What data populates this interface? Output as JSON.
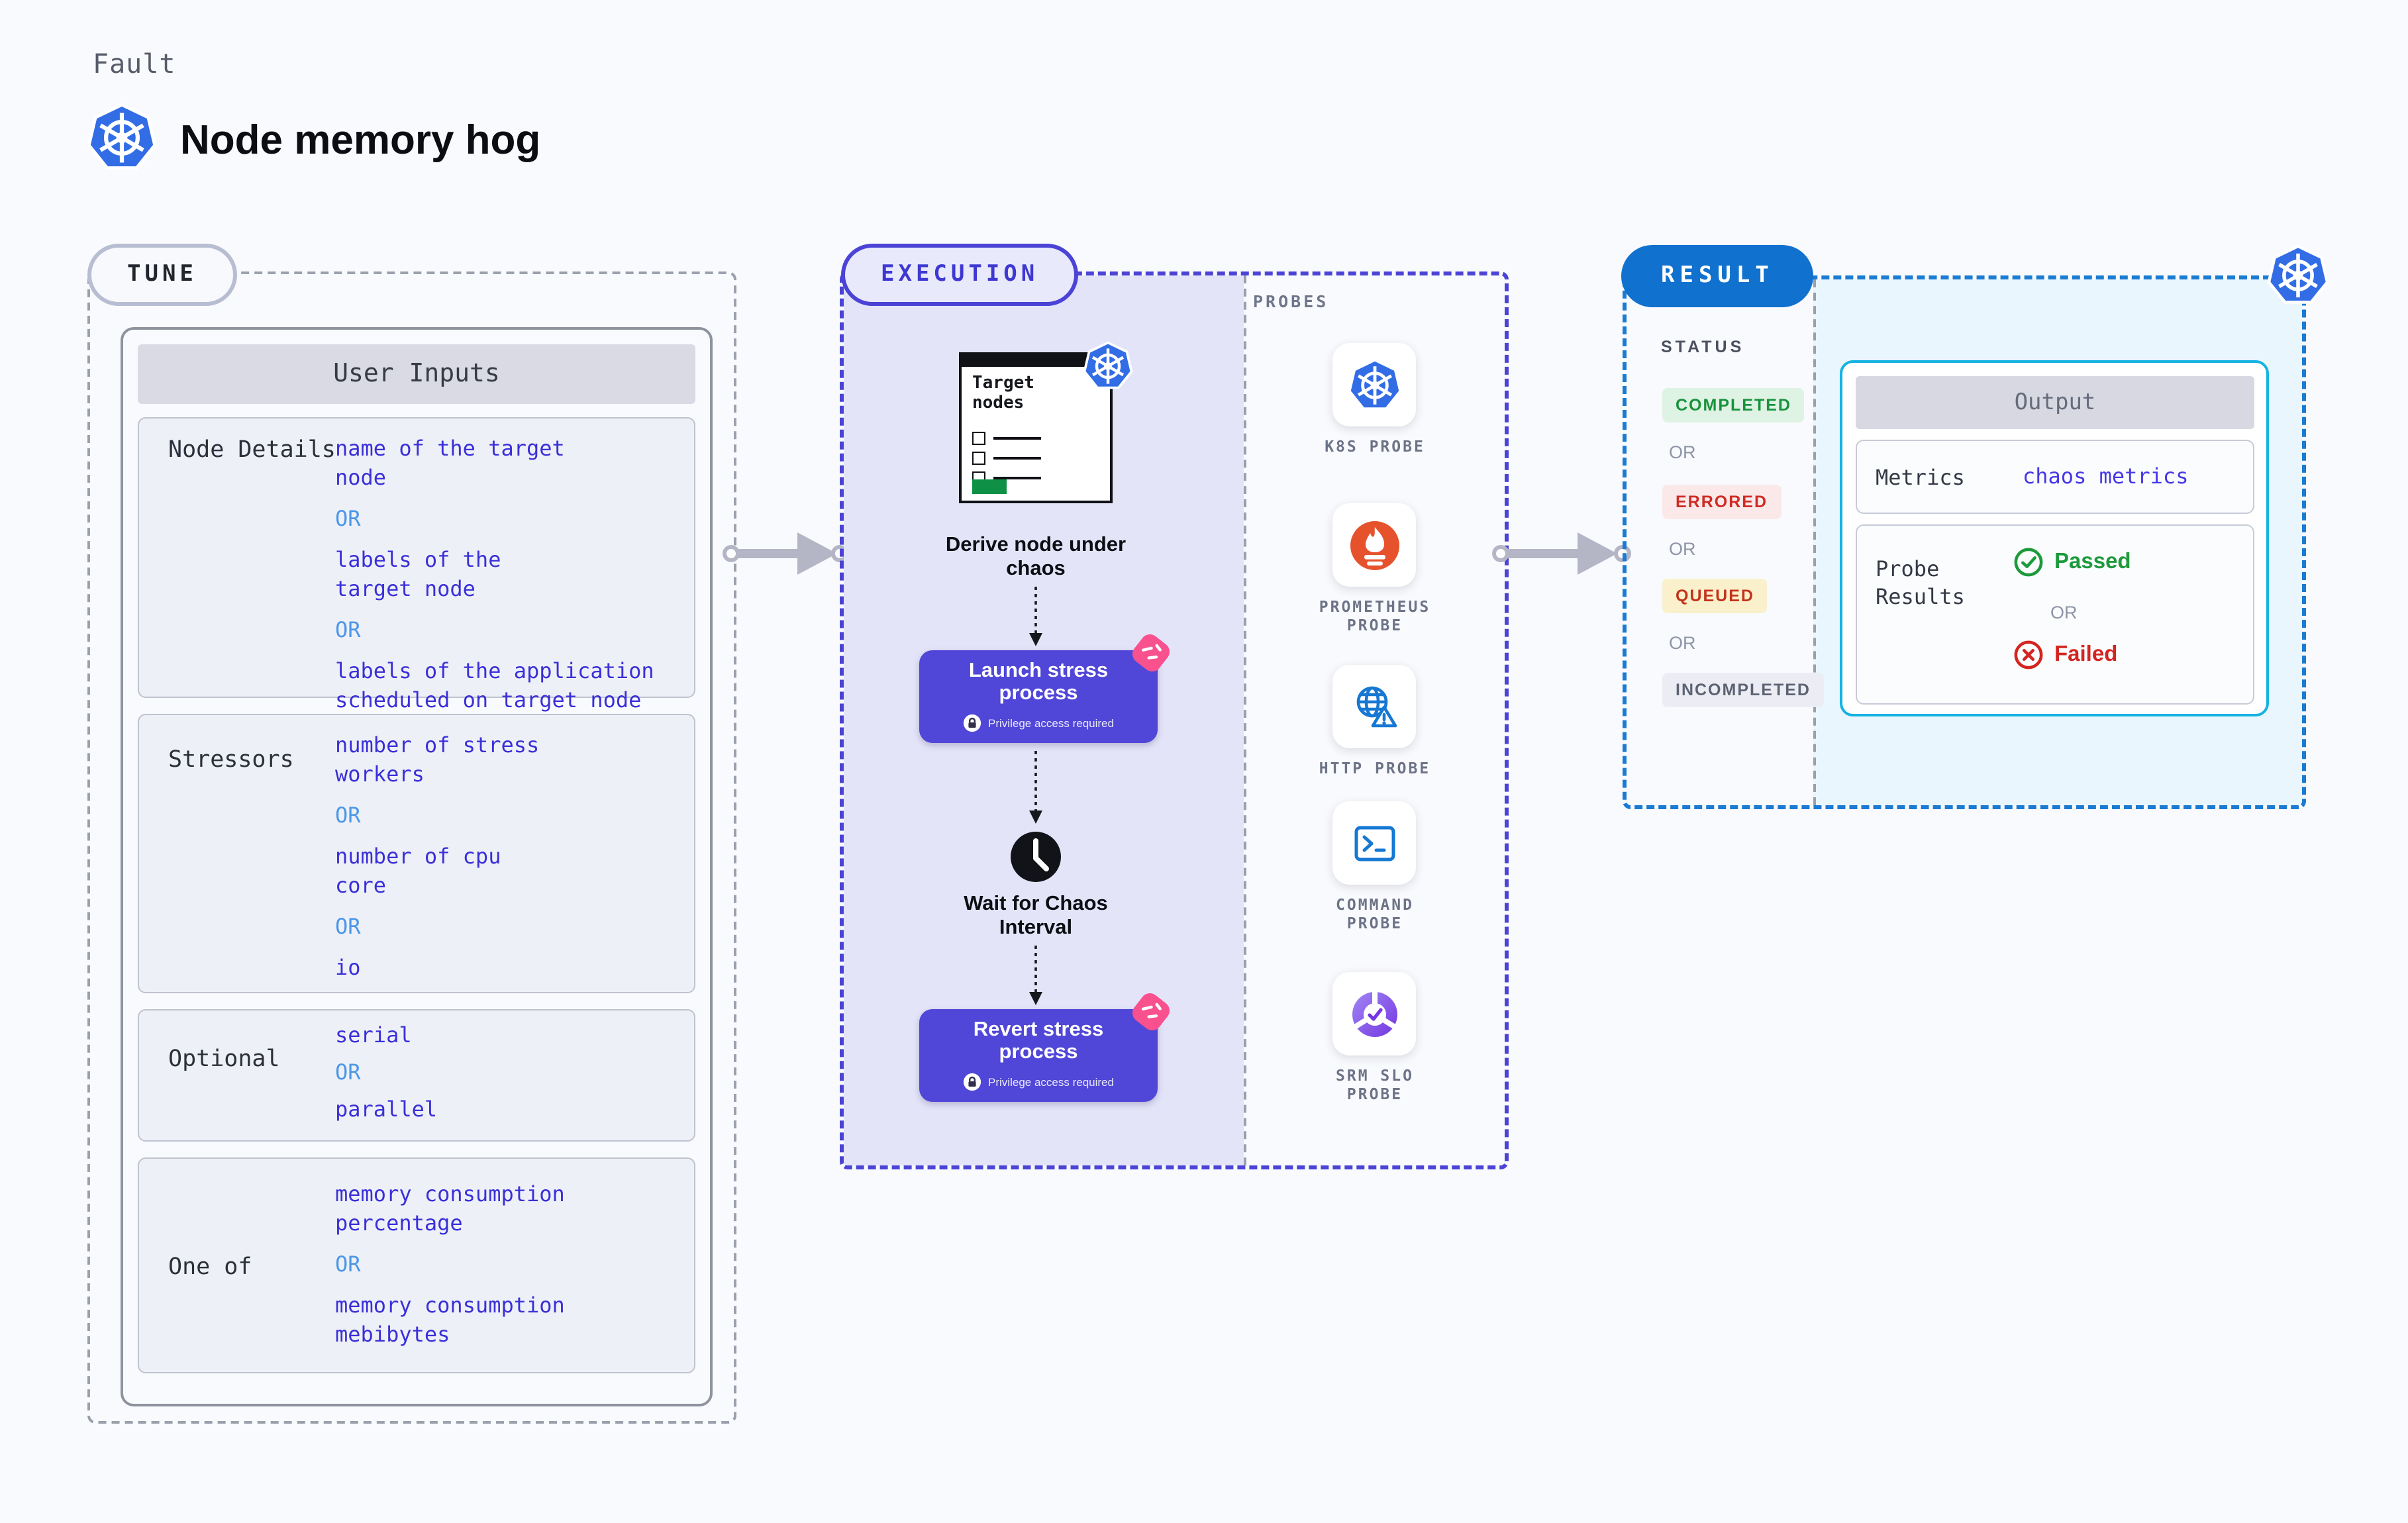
{
  "header": {
    "eyebrow": "Fault",
    "title": "Node memory hog"
  },
  "tune": {
    "badge": "TUNE",
    "table_title": "User Inputs",
    "or_label": "OR",
    "rows": [
      {
        "label": "Node Details",
        "options": [
          "name of the target\nnode",
          "labels of the\ntarget node",
          "labels of the application\nscheduled on target node"
        ]
      },
      {
        "label": "Stressors",
        "options": [
          "number of stress\nworkers",
          "number of cpu\ncore",
          "io"
        ]
      },
      {
        "label": "Optional",
        "options": [
          "serial",
          "parallel"
        ]
      },
      {
        "label": "One of",
        "options": [
          "memory consumption\npercentage",
          "memory consumption\nmebibytes"
        ]
      }
    ]
  },
  "execution": {
    "badge": "EXECUTION",
    "target_window_title": "Target\nnodes",
    "derive_label": "Derive node under\nchaos",
    "launch": {
      "title": "Launch stress\nprocess",
      "note": "Privilege access required"
    },
    "wait_label": "Wait for Chaos\nInterval",
    "revert": {
      "title": "Revert stress\nprocess",
      "note": "Privilege access required"
    }
  },
  "probes": {
    "label": "PROBES",
    "items": [
      {
        "name": "K8S PROBE",
        "icon": "kubernetes"
      },
      {
        "name": "PROMETHEUS\nPROBE",
        "icon": "prometheus"
      },
      {
        "name": "HTTP PROBE",
        "icon": "http-globe-warning"
      },
      {
        "name": "COMMAND\nPROBE",
        "icon": "terminal"
      },
      {
        "name": "SRM SLO\nPROBE",
        "icon": "srm-slo-gauge"
      }
    ]
  },
  "result": {
    "badge": "RESULT",
    "status_label": "STATUS",
    "or_label": "OR",
    "statuses": [
      {
        "text": "COMPLETED",
        "fg": "#18923d",
        "bg": "#def3e3"
      },
      {
        "text": "ERRORED",
        "fg": "#cf2b24",
        "bg": "#fbe9e9"
      },
      {
        "text": "QUEUED",
        "fg": "#c2331c",
        "bg": "#faf0cb"
      },
      {
        "text": "INCOMPLETED",
        "fg": "#5d6373",
        "bg": "#ecedf4"
      }
    ],
    "output": {
      "title": "Output",
      "metrics_label": "Metrics",
      "metrics_value": "chaos metrics",
      "probe_results_label": "Probe\nResults",
      "passed": "Passed",
      "or_label": "OR",
      "failed": "Failed"
    }
  },
  "colors": {
    "accent_indigo": "#4b43d6",
    "value_indigo": "#3a30d8",
    "or_blue": "#4b97e8",
    "execution_fill": "#e4e4f9",
    "process_button": "#5046d8",
    "pink_badge": "#f8518e",
    "result_border": "#1b7ad2",
    "result_badge": "#1171ce",
    "output_border": "#15b2e2",
    "result_fill": "#e9f6fd",
    "passed_green": "#1d9a3c",
    "failed_red": "#d42420",
    "k8s_blue": "#326de6",
    "prometheus_orange": "#e6522c",
    "target_button_green": "#0e9146"
  }
}
